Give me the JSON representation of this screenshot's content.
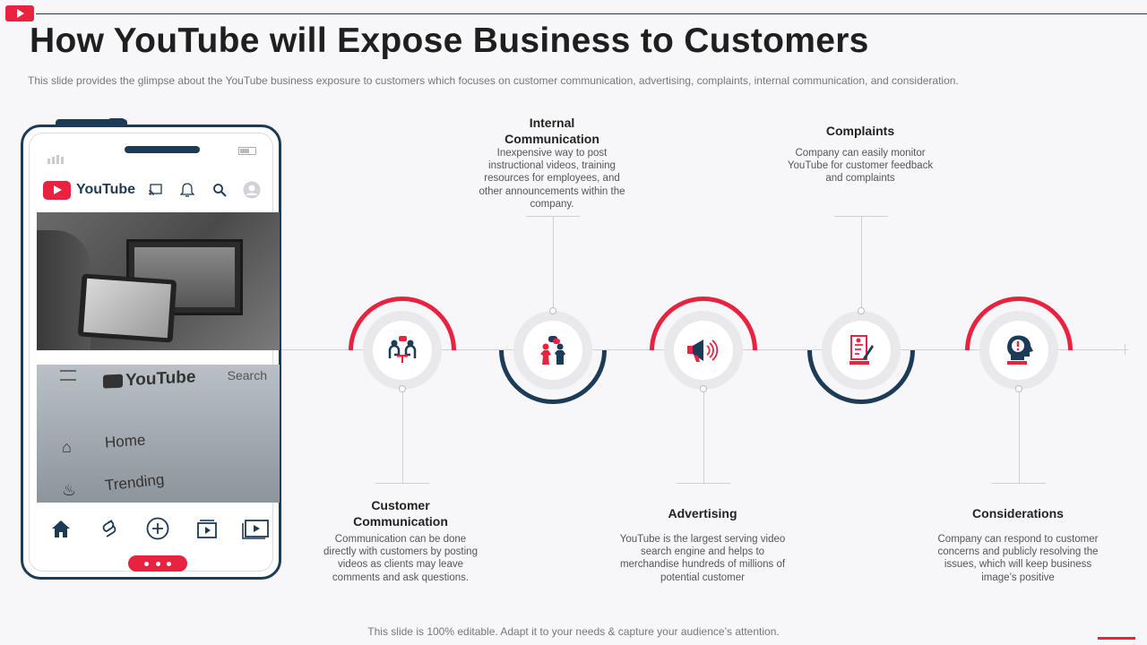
{
  "slide": {
    "title": "How YouTube will Expose Business to Customers",
    "subtitle": "This slide provides  the glimpse about the YouTube business exposure to customers which focuses on customer communication, advertising,  complaints, internal communication, and consideration.",
    "footer": "This slide is 100% editable. Adapt it to your needs & capture your audience’s attention."
  },
  "phone": {
    "app_name": "YouTube",
    "photo2": {
      "logo": "YouTube",
      "search": "Search",
      "home": "Home",
      "trending": "Trending"
    },
    "icons": [
      "cast-icon",
      "bell-icon",
      "search-icon",
      "avatar-icon"
    ],
    "nav_icons": [
      "home-icon",
      "shorts-icon",
      "add-icon",
      "subscriptions-icon",
      "library-icon"
    ]
  },
  "steps": [
    {
      "title": "Customer Communication",
      "text": "Communication can be done directly with customers by posting videos as clients may leave comments and ask questions.",
      "icon": "meeting-icon"
    },
    {
      "title": "Internal Communication",
      "text": "Inexpensive way to post instructional videos, training resources for employees, and other announcements within the company.",
      "icon": "discussion-icon"
    },
    {
      "title": "Advertising",
      "text": "YouTube is the largest serving video search engine and helps to merchandise hundreds of millions of potential customer",
      "icon": "megaphone-icon"
    },
    {
      "title": "Complaints",
      "text": "Company can easily monitor YouTube for customer feedback and complaints",
      "icon": "complaint-form-icon"
    },
    {
      "title": "Considerations",
      "text": "Company can respond to customer concerns and publicly resolving the issues, which will keep business image’s positive",
      "icon": "idea-head-icon"
    }
  ],
  "colors": {
    "accent": "#e8233f",
    "navy": "#1c3b57"
  }
}
